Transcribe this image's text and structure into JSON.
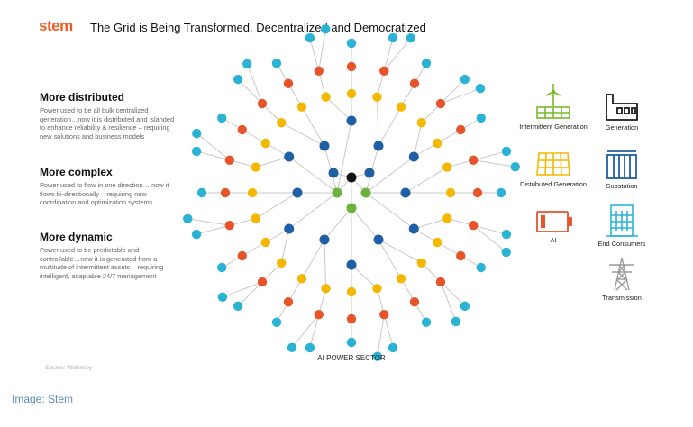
{
  "brand": {
    "logo": "stem",
    "logo_color": "#f05a22"
  },
  "title": "The Grid is Being Transformed, Decentralized and Democratized",
  "sections": [
    {
      "heading": "More distributed",
      "text": "Power used to be all bulk centralized generation…now it is distributed and islanded to enhance reliability & resilience – requiring new solutions and business models"
    },
    {
      "heading": "More complex",
      "text": "Power used to flow in one direction… now it flows bi-directionally – requiring new coordination and optimization systems"
    },
    {
      "heading": "More dynamic",
      "text": "Power used to be predictable and controllable…now it is generated from a multitude of intermittent assets – requiring intelligent, adaptable 24/7 management"
    }
  ],
  "source": "Source: Wolfinsey",
  "diagram_label": "AI POWER SECTOR",
  "legend": [
    {
      "label": "Intermittent Generation",
      "icon": "wind-solar-icon",
      "color": "#7ab929"
    },
    {
      "label": "Generation",
      "icon": "factory-icon",
      "color": "#1a1a1a"
    },
    {
      "label": "Distributed Generation",
      "icon": "solar-panel-icon",
      "color": "#f5b800"
    },
    {
      "label": "Substation",
      "icon": "substation-icon",
      "color": "#1f5fa6"
    },
    {
      "label": "AI",
      "icon": "battery-icon",
      "color": "#e8542a"
    },
    {
      "label": "End Consumers",
      "icon": "building-icon",
      "color": "#2bb3d6"
    },
    {
      "label": "Transmission",
      "icon": "transmission-tower-icon",
      "color": "#9a9a9a"
    }
  ],
  "network_colors": {
    "center": "#111111",
    "inner": "#6cb33e",
    "substation": "#1f5fa6",
    "distributed": "#f5b800",
    "ai": "#e8542a",
    "consumer": "#2bb3d6",
    "edge": "#c8c8c8"
  },
  "caption": "Image: Stem"
}
